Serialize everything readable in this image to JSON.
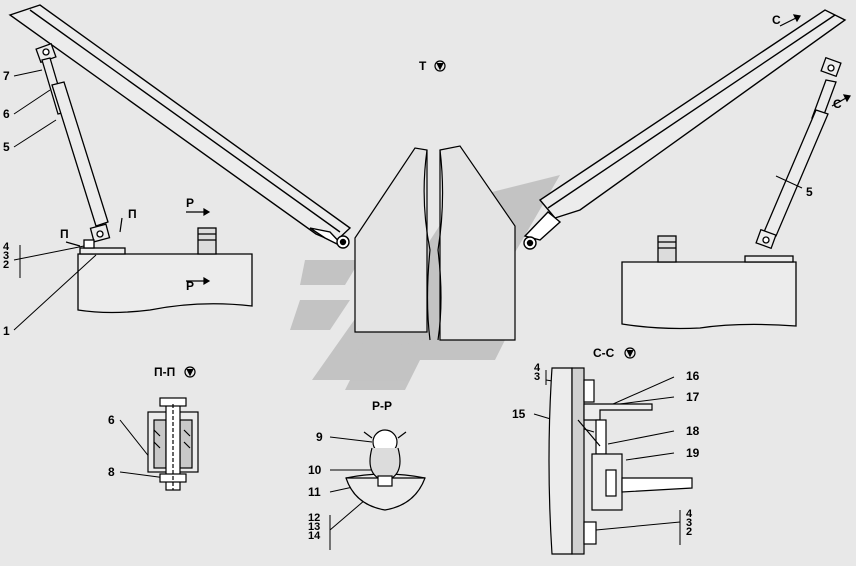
{
  "callouts": {
    "c1": "1",
    "c5_left": "5",
    "c5_right": "5",
    "c6_top": "6",
    "c6_detail": "6",
    "c7": "7",
    "c8": "8",
    "c9": "9",
    "c10": "10",
    "c11": "11",
    "c15": "15",
    "c16": "16",
    "c17": "17",
    "c18": "18",
    "c19": "19"
  },
  "stacks": {
    "left_432": [
      "4",
      "3",
      "2"
    ],
    "cc_43": [
      "4",
      "3"
    ],
    "cc_432": [
      "4",
      "3",
      "2"
    ],
    "pp_121314": [
      "12",
      "13",
      "14"
    ]
  },
  "section_marks": {
    "P_upper": "Р",
    "P_lower": "Р",
    "Pi_left": "П",
    "Pi_right": "П",
    "C_top": "С",
    "C_right": "С"
  },
  "view_titles": {
    "T": "Т",
    "PiPi": "П-П",
    "PP": "Р-Р",
    "CC": "С-С"
  },
  "icons": {
    "rotation": "rotation-view-icon",
    "watermark": "logo-watermark"
  },
  "colors": {
    "line": "#000000",
    "background": "#e8e8e8",
    "body_fill": "#ececec",
    "section_fill": "#d0d0d0",
    "watermark": "#bdbdbd"
  }
}
